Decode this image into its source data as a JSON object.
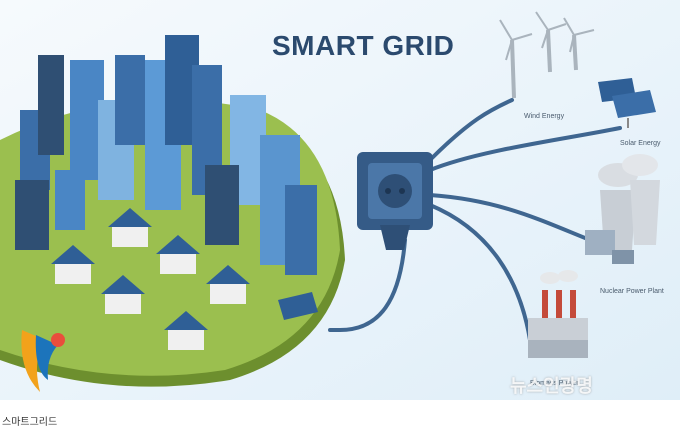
{
  "diagram": {
    "title": "SMART GRID",
    "labels": {
      "wind": "Wind Energy",
      "solar": "Solar Energy",
      "nuclear": "Nuclear Power Plant",
      "biomass": "Biomass Power"
    }
  },
  "caption": "스마트그리드",
  "watermark": {
    "text": "뉴스인광명"
  },
  "colors": {
    "background": "#eaf3fa",
    "title": "#2b4a6e",
    "cable": "#3f6690",
    "ground": "#9bbf4f",
    "socket": "#355b87"
  }
}
